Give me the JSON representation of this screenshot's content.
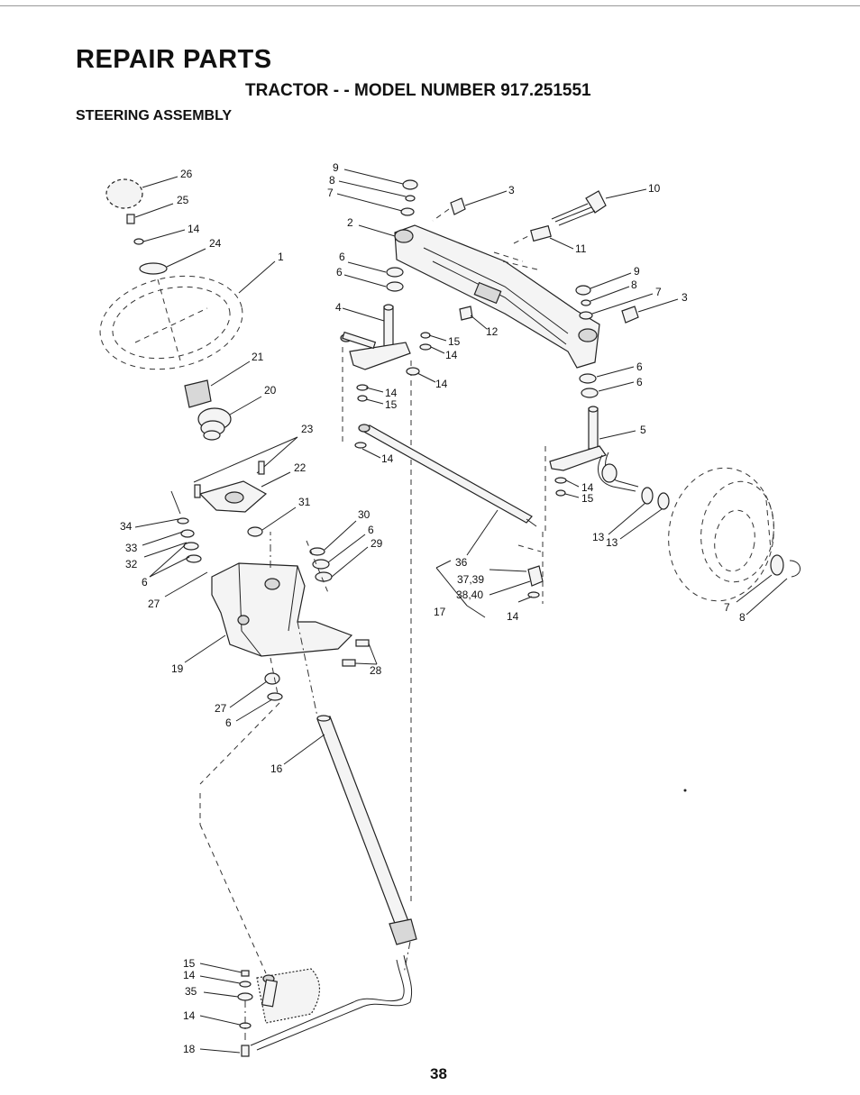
{
  "header": {
    "title": "REPAIR PARTS",
    "subtitle": "TRACTOR - - MODEL NUMBER 917.251551",
    "section": "STEERING ASSEMBLY"
  },
  "page_number": "38",
  "callouts": {
    "c1": "1",
    "c2": "2",
    "c3a": "3",
    "c3b": "3",
    "c4": "4",
    "c5": "5",
    "c6a": "6",
    "c6b": "6",
    "c6c": "6",
    "c6d": "6",
    "c6e": "6",
    "c6f": "6",
    "c6g": "6",
    "c7a": "7",
    "c7b": "7",
    "c7c": "7",
    "c8a": "8",
    "c8b": "8",
    "c8c": "8",
    "c9a": "9",
    "c9b": "9",
    "c10": "10",
    "c11": "11",
    "c12": "12",
    "c13a": "13",
    "c13b": "13",
    "c14a": "14",
    "c14b": "14",
    "c14c": "14",
    "c14d": "14",
    "c14e": "14",
    "c14f": "14",
    "c14g": "14",
    "c14h": "14",
    "c14i": "14",
    "c15a": "15",
    "c15b": "15",
    "c15c": "15",
    "c15d": "15",
    "c16": "16",
    "c17": "17",
    "c18": "18",
    "c19": "19",
    "c20": "20",
    "c21": "21",
    "c22": "22",
    "c23": "23",
    "c24": "24",
    "c25": "25",
    "c26": "26",
    "c27a": "27",
    "c27b": "27",
    "c28": "28",
    "c29": "29",
    "c30": "30",
    "c31": "31",
    "c32": "32",
    "c33": "33",
    "c34": "34",
    "c35": "35",
    "c36": "36",
    "c3739": "37,39",
    "c3840": "38,40"
  }
}
